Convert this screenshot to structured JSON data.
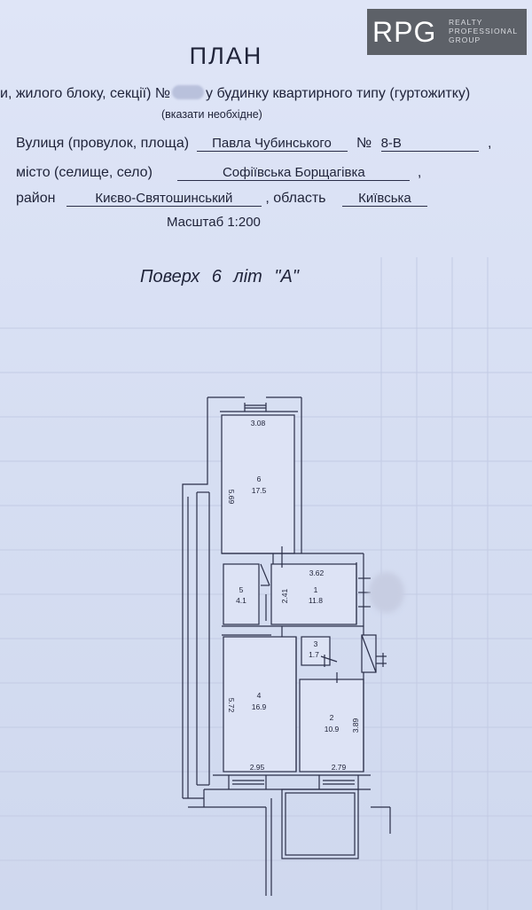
{
  "logo": {
    "mark": "RPG",
    "line1": "REALTY",
    "line2": "PROFESSIONAL",
    "line3": "GROUP"
  },
  "header": {
    "title": "ПЛАН",
    "line_prefix": "и, жилого блоку, секції) №",
    "line_suffix": "у будинку квартирного типу (гуртожитку)",
    "hint": "(вказати необхідне)"
  },
  "address": {
    "street_label": "Вулиця (провулок, площа)",
    "street_value": "Павла Чубинського",
    "number_label": "№",
    "number_value": "8-В",
    "city_label": "місто (селище, село)",
    "city_value": "Софіївська Борщагівка",
    "district_label": "район",
    "district_value": "Києво-Святошинський",
    "region_label": ", область",
    "region_value": "Київська",
    "comma": ","
  },
  "scale": "Масштаб  1:200",
  "floor": "Поверх  6   літ \"А\"",
  "rooms": [
    {
      "id": "6",
      "area": "17.5",
      "dim_w": "3.08",
      "dim_h": "5.69"
    },
    {
      "id": "5",
      "area": "4.1"
    },
    {
      "id": "1",
      "area": "11.8",
      "dim_w": "3.62",
      "dim_h": "2.41"
    },
    {
      "id": "3",
      "area": "1.7"
    },
    {
      "id": "4",
      "area": "16.9",
      "dim_w": "2.95",
      "dim_h": "5.72"
    },
    {
      "id": "2",
      "area": "10.9",
      "dim_w": "2.79",
      "dim_h": "3.89"
    }
  ]
}
